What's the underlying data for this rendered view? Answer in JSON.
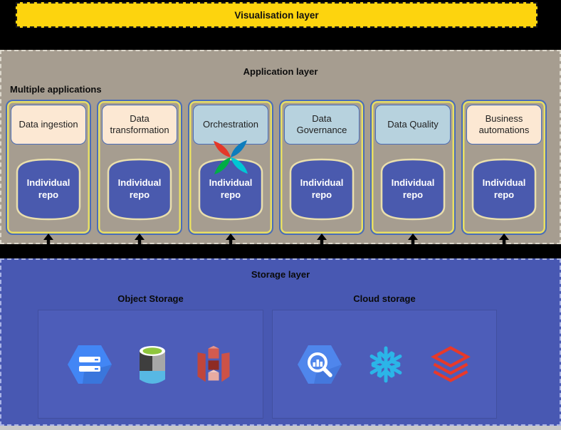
{
  "visualisation_layer": {
    "title": "Visualisation layer"
  },
  "application_layer": {
    "title": "Application layer",
    "subtitle": "Multiple applications",
    "repo_label": "Individual repo",
    "apps": [
      {
        "label": "Data ingestion",
        "theme": "peach"
      },
      {
        "label": "Data transformation",
        "theme": "peach"
      },
      {
        "label": "Orchestration",
        "theme": "blue",
        "icon": "airflow-pinwheel-icon"
      },
      {
        "label": "Data Governance",
        "theme": "blue"
      },
      {
        "label": "Data Quality",
        "theme": "blue"
      },
      {
        "label": "Business automations",
        "theme": "peach"
      }
    ]
  },
  "storage_layer": {
    "title": "Storage layer",
    "groups": [
      {
        "label": "Object Storage",
        "icons": [
          "google-cloud-storage-icon",
          "azure-data-lake-storage-icon",
          "amazon-s3-icon"
        ]
      },
      {
        "label": "Cloud storage",
        "icons": [
          "google-bigquery-icon",
          "snowflake-icon",
          "databricks-icon"
        ]
      }
    ]
  },
  "colors": {
    "background": "#000000",
    "visualisation_bar": "#fdd40e",
    "application_bg": "#a69d90",
    "storage_bg": "#4858b2",
    "card_peach": "#fce8d3",
    "card_blue": "#b7d2de",
    "repo_fill": "#4a5aae",
    "repo_border": "#eadfac",
    "column_border_blue": "#4a6db8",
    "column_border_yellow": "#e8df63"
  }
}
